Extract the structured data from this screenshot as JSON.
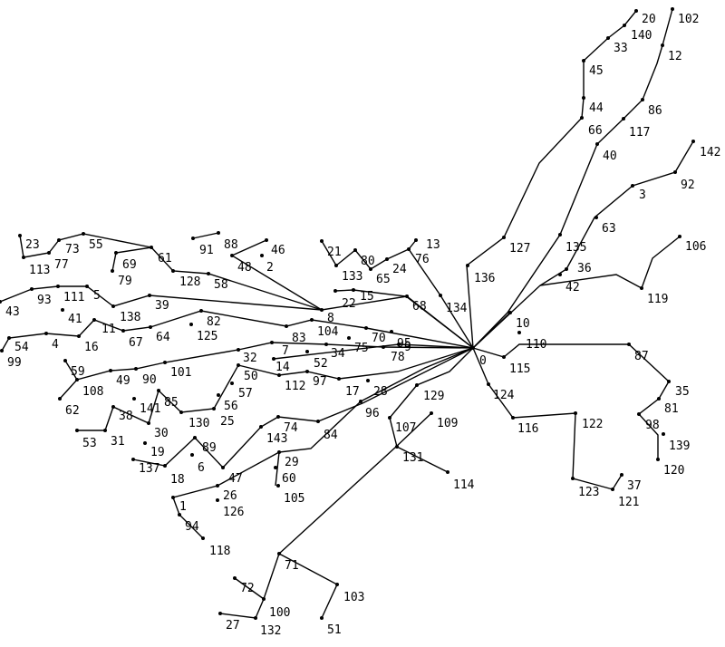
{
  "diagram": {
    "root": "0",
    "labels": [
      "0",
      "1",
      "2",
      "3",
      "4",
      "5",
      "6",
      "7",
      "8",
      "9",
      "10",
      "11",
      "12",
      "13",
      "14",
      "15",
      "16",
      "17",
      "18",
      "19",
      "20",
      "21",
      "22",
      "23",
      "24",
      "25",
      "26",
      "27",
      "28",
      "29",
      "30",
      "31",
      "32",
      "33",
      "34",
      "35",
      "36",
      "37",
      "38",
      "39",
      "40",
      "41",
      "42",
      "43",
      "44",
      "45",
      "46",
      "47",
      "48",
      "49",
      "50",
      "51",
      "52",
      "53",
      "54",
      "55",
      "56",
      "57",
      "58",
      "59",
      "60",
      "61",
      "62",
      "63",
      "64",
      "65",
      "66",
      "67",
      "68",
      "69",
      "70",
      "71",
      "72",
      "73",
      "74",
      "75",
      "76",
      "77",
      "78",
      "79",
      "80",
      "81",
      "82",
      "83",
      "84",
      "85",
      "86",
      "87",
      "88",
      "89",
      "90",
      "91",
      "92",
      "93",
      "94",
      "95",
      "96",
      "97",
      "98",
      "99",
      "100",
      "101",
      "102",
      "103",
      "104",
      "105",
      "106",
      "107",
      "108",
      "109",
      "110",
      "111",
      "112",
      "113",
      "114",
      "115",
      "116",
      "117",
      "118",
      "119",
      "120",
      "121",
      "122",
      "123",
      "124",
      "125",
      "126",
      "127",
      "128",
      "129",
      "130",
      "131",
      "132",
      "133",
      "134",
      "135",
      "136",
      "137",
      "138",
      "139",
      "140",
      "141",
      "142",
      "143"
    ]
  }
}
